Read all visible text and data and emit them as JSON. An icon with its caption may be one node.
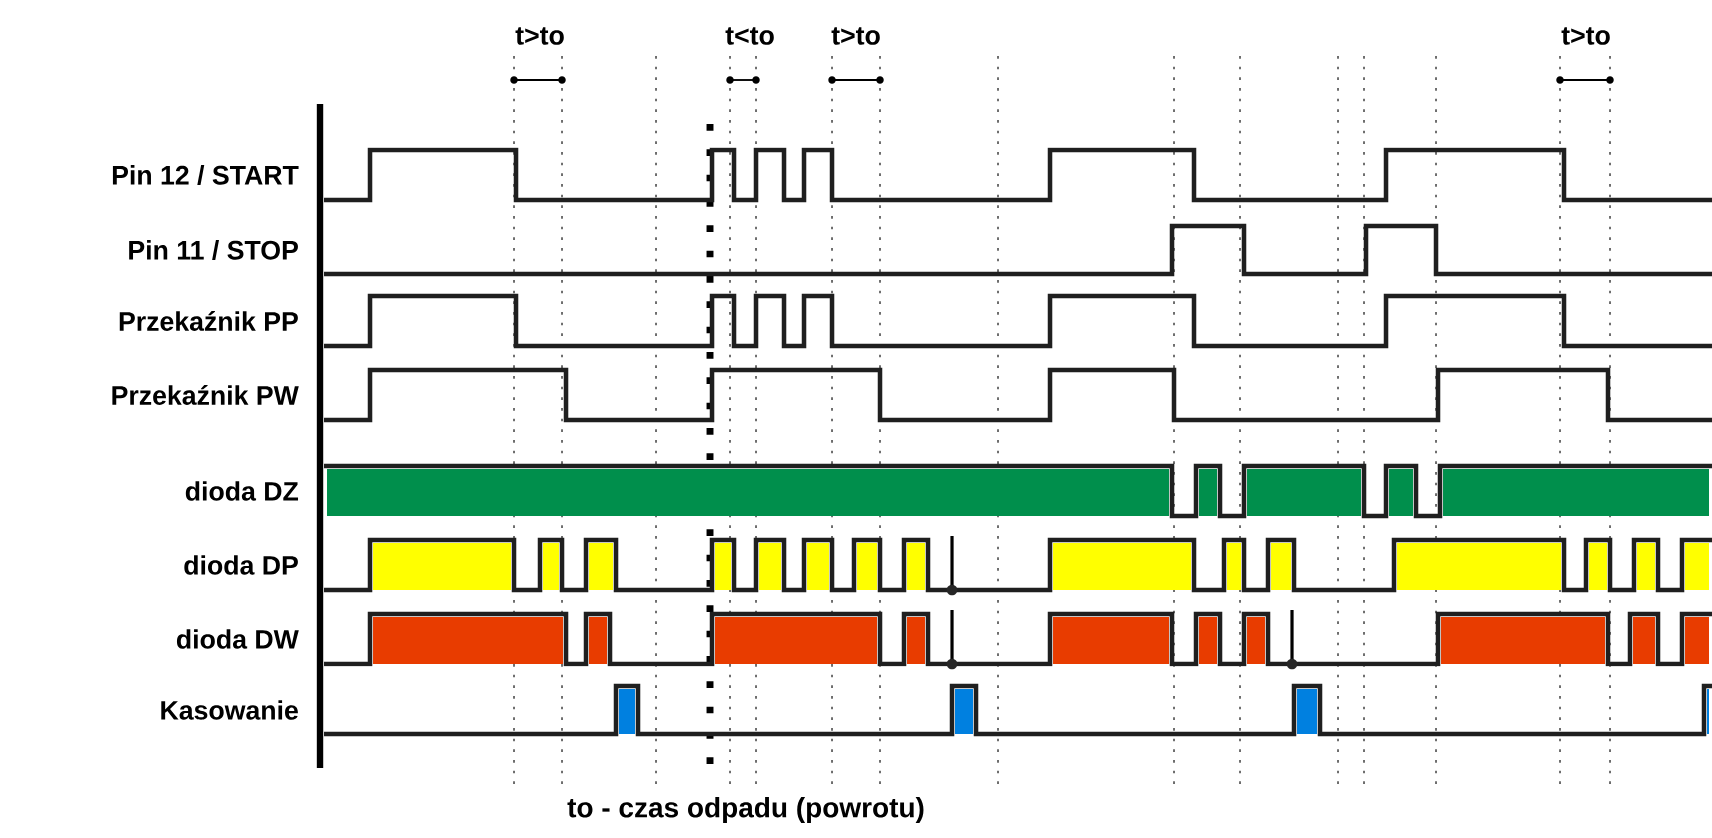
{
  "diagram": {
    "caption": "to - czas odpadu (powrotu)",
    "labels": [
      "t>to",
      "t<to",
      "t>to",
      "t>to",
      "Pin 12 / START",
      "Pin 11 / STOP",
      "Przekaźnik PP",
      "Przekaźnik PW",
      "dioda DZ",
      "dioda DP",
      "dioda DW",
      "Kasowanie"
    ]
  }
}
